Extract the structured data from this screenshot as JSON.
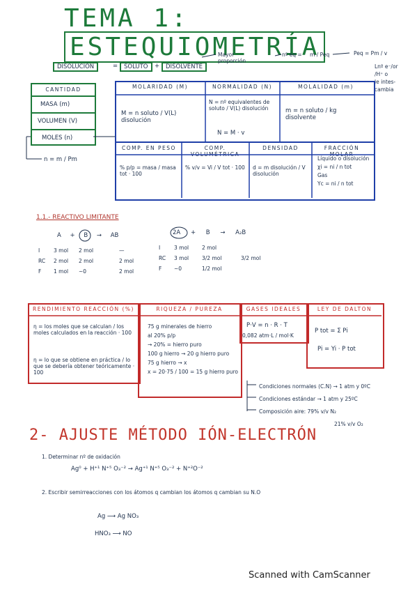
{
  "title": {
    "prefix": "TEMA 1:",
    "boxed": "ESTEQUIOMETRÍA"
  },
  "top": {
    "disolucion": "DISOLUCIÓN",
    "eq": "=",
    "soluto": "SOLUTO",
    "plus": "+",
    "disolvente": "DISOLVENTE",
    "mayor": "Mayor proporción",
    "n_eq_left": "nº eq =",
    "n_eq_frac": "m / Peq",
    "peq": "Peq = Pm / v",
    "notes": [
      "Lnº e⁻/or",
      "/H⁺ o",
      "le intes-",
      "cambia"
    ]
  },
  "cantidad": {
    "header": "CANTIDAD",
    "items": [
      "MASA (m)",
      "VOLUMEN (V)",
      "MOLES (n)"
    ],
    "formula": "n = m / Pm"
  },
  "conc_row1": [
    {
      "header": "MOLARIDAD (M)",
      "formula": "M = n soluto / V(L) disolución"
    },
    {
      "header": "NORMALIDAD (N)",
      "formula": "N = nº equivalentes de soluto / V(L) disolución",
      "extra": "N = M · v"
    },
    {
      "header": "MOLALIDAD (m)",
      "formula": "m = n soluto / kg disolvente"
    }
  ],
  "conc_row2": [
    {
      "header": "COMP. EN PESO",
      "formula": "% p/p = masa / masa tot · 100"
    },
    {
      "header": "COMP. VOLUMÉTRICA",
      "formula": "% v/v = Vi / V tot · 100"
    },
    {
      "header": "DENSIDAD",
      "formula": "d = m disolución / V disolución"
    },
    {
      "header": "FRACCIÓN MOLAR",
      "formula_a": "Líquido o disolución",
      "formula_b": "χi = ni / n tot",
      "formula_c": "Gas",
      "formula_d": "Yc = ni / n tot"
    }
  ],
  "reactivo": {
    "heading": "1.1.- REACTIVO LIMITANTE",
    "left": {
      "eq": [
        "A",
        "+",
        "B",
        "→",
        "AB"
      ],
      "rows": [
        [
          "I",
          "3 mol",
          "2 mol",
          "—"
        ],
        [
          "RC",
          "2 mol",
          "2 mol",
          "2 mol"
        ],
        [
          "F",
          "1 mol",
          "~0",
          "2 mol"
        ]
      ]
    },
    "right": {
      "eq": [
        "2A",
        "+",
        "B",
        "→",
        "A₂B"
      ],
      "rows": [
        [
          "I",
          "3 mol",
          "2 mol",
          ""
        ],
        [
          "RC",
          "3 mol",
          "3/2 mol",
          "3/2 mol"
        ],
        [
          "F",
          "~0",
          "1/2 mol",
          ""
        ]
      ]
    }
  },
  "rend": {
    "header": "RENDIMIENTO REACCIÓN (%)",
    "f1": "η = los moles que se calculan / los moles calculados en la reacción · 100",
    "f2": "η = lo que se obtiene en práctica / lo que se debería obtener teóricamente · 100"
  },
  "riqueza": {
    "header": "RIQUEZA / PUREZA",
    "lines": [
      "75 g minerales de hierro",
      "al 20% p/p",
      "→ 20% = hierro puro",
      "100 g hierro → 20 g hierro puro",
      "75 g hierro → x",
      "x = 20·75 / 100 = 15 g hierro puro"
    ]
  },
  "gases": {
    "header": "GASES IDEALES",
    "f1": "P·V = n · R · T",
    "f2": "0,082 atm·L / mol·K"
  },
  "dalton": {
    "header": "LEY DE DALTON",
    "f1": "P tot = Σ Pi",
    "f2": "Pi = Yi · P tot"
  },
  "conditions": [
    "Condiciones normales (C.N) → 1 atm y 0ºC",
    "Condiciones estándar → 1 atm y 25ºC",
    "Composición aire: 79% v/v N₂",
    "21% v/v O₂"
  ],
  "section2": {
    "heading": "2- AJUSTE MÉTODO IÓN-ELECTRÓN",
    "step1": "1. Determinar nº de oxidación",
    "eq1": "Ag⁰ + H⁺¹ N⁺⁵ O₃⁻² → Ag⁺¹ N⁺⁵ O₃⁻² + N⁺²O⁻²",
    "step2": "2. Escribir semirreacciones con los átomos q cambian los átomos q cambian su N.O",
    "semi1": "Ag ⟶ Ag NO₃",
    "semi2": "HNO₃ ⟶ NO"
  },
  "footer": "Scanned with CamScanner",
  "colors": {
    "green": "#1d7a3a",
    "blue": "#1f3fa8",
    "red": "#c22a2a",
    "ink": "#1c2e4a"
  }
}
